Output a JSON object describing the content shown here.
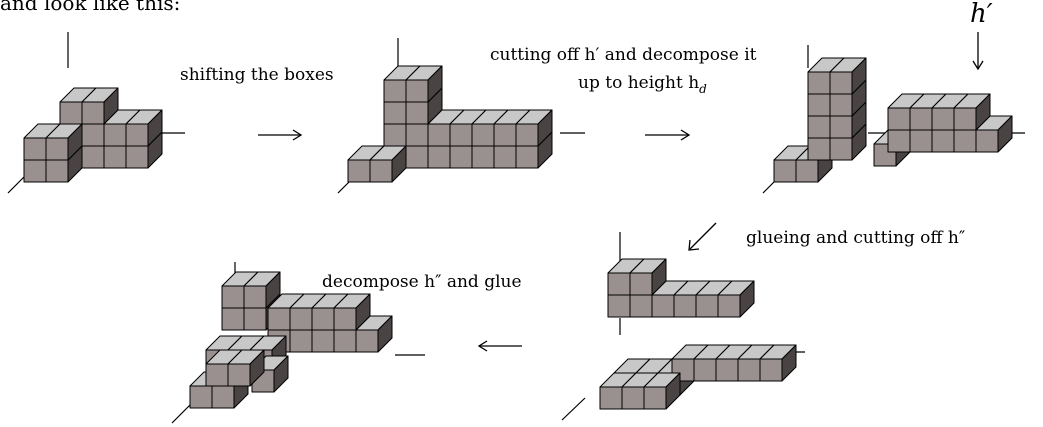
{
  "intro_fragment": "and look like this:",
  "colors": {
    "top": "#c8c8c8",
    "front": "#9b9090",
    "side": "#4a4343",
    "ink": "#000000"
  },
  "labels": {
    "shift": "shifting the boxes",
    "cut_line1": "cutting off h′ and decompose it",
    "cut_line2": "up to height h",
    "cut_line2_sub": "d",
    "h_prime": "h′",
    "glue_cut": "glueing and cutting off h″",
    "decompose": "decompose h″ and glue"
  },
  "arrows": [
    "long-right-arrow",
    "long-right-arrow",
    "down-arrow",
    "down-left-arrow",
    "long-left-arrow"
  ],
  "diagrams": {
    "d1": {
      "name": "initial-configuration",
      "cells": [
        [
          0,
          0,
          2
        ],
        [
          1,
          0,
          2
        ],
        [
          1,
          1,
          3
        ],
        [
          2,
          1,
          3
        ],
        [
          3,
          1,
          2
        ],
        [
          4,
          1,
          2
        ]
      ]
    },
    "d2": {
      "name": "shifted-configuration",
      "cells": [
        [
          0,
          0,
          1
        ],
        [
          1,
          0,
          1
        ],
        [
          1,
          1,
          4
        ],
        [
          2,
          1,
          4
        ],
        [
          3,
          1,
          2
        ],
        [
          4,
          1,
          2
        ],
        [
          5,
          1,
          2
        ],
        [
          6,
          1,
          2
        ],
        [
          7,
          1,
          2
        ]
      ]
    },
    "d3": {
      "name": "cut-configuration",
      "cells": [
        [
          0,
          0,
          1
        ],
        [
          1,
          0,
          1
        ],
        [
          1,
          1,
          4
        ],
        [
          2,
          1,
          4
        ],
        [
          3,
          1,
          1
        ],
        [
          4,
          1,
          1
        ],
        [
          5,
          1,
          1
        ],
        [
          6,
          1,
          1
        ],
        [
          7,
          1,
          1
        ]
      ]
    }
  }
}
